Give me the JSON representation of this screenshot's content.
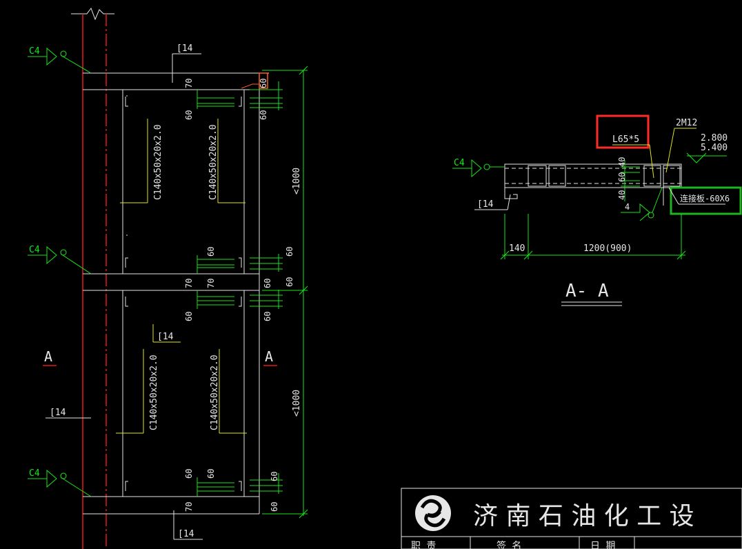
{
  "colors": {
    "background": "#000000",
    "line": "#e6e6e6",
    "dimension": "#19e619",
    "leader": "#e6e619",
    "column": "#e61919",
    "highlight_red": "#ff2a2a",
    "highlight_green": "#1fb31f"
  },
  "elevation": {
    "weld_top": "C4",
    "weld_mid": "C4",
    "weld_bot": "C4",
    "channel_top": "[14",
    "channel_mid": "[14",
    "channel_left": "[14",
    "channel_bot": "[14",
    "purlin_1": "C140x50x20x2.0",
    "purlin_2": "C140x50x20x2.0",
    "purlin_3": "C140x50x20x2.0",
    "purlin_4": "C140x50x20x2.0",
    "dim_70_a": "70",
    "dim_60_a": "60",
    "dim_60_b": "60",
    "dim_60_c": "60",
    "dim_60_d": "60",
    "dim_70_b": "70",
    "dim_70_c": "70",
    "dim_60_e": "60",
    "dim_60_f": "60",
    "dim_60_g": "60",
    "dim_60_h": "60",
    "dim_70_d": "70",
    "dim_60_r1": "60",
    "dim_60_r2": "60",
    "dim_60_r3": "60",
    "dim_60_r4": "60",
    "dim_60_r5": "60",
    "dim_60_r6": "60",
    "dim_60_r7": "60",
    "dim_60_top": "60",
    "dim_1000_a": "<1000",
    "dim_1000_b": "<1000",
    "section_left": "A",
    "section_right": "A"
  },
  "section": {
    "title": "A- A",
    "weld": "C4",
    "channel": "[14",
    "angle": "L65*5",
    "bolts": "2M12",
    "elev_1": "2.800",
    "elev_2": "5.400",
    "plate": "连接板-60X6",
    "dim_40_a": "40",
    "dim_60": "60",
    "dim_40_b": "40",
    "weld_size": "4",
    "dim_140": "140",
    "dim_span": "1200(900)"
  },
  "title_block": {
    "company": "济 南 石 油 化 工 设",
    "row_1": "职 责",
    "row_2": "签 名",
    "row_3": "日 期"
  }
}
